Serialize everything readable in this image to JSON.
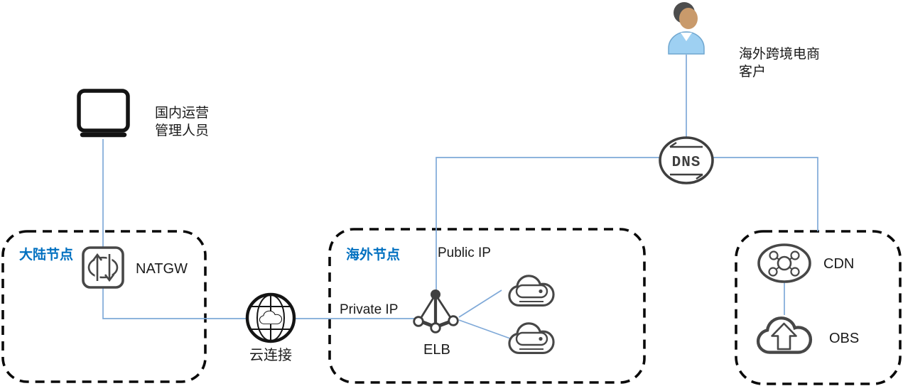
{
  "diagram": {
    "type": "cloud-architecture-diagram",
    "labels": {
      "admin_line1": "国内运营",
      "admin_line2": "管理人员",
      "customer_line1": "海外跨境电商",
      "customer_line2": "客户",
      "mainland_zone": "大陆节点",
      "overseas_zone": "海外节点",
      "natgw": "NATGW",
      "cloud_connect": "云连接",
      "private_ip": "Private IP",
      "public_ip": "Public IP",
      "elb": "ELB",
      "dns": "DNS",
      "cdn": "CDN",
      "obs": "OBS"
    },
    "zones": [
      {
        "label": "大陆节点",
        "items": [
          "NATGW"
        ]
      },
      {
        "label": "海外节点",
        "items": [
          "ELB",
          "ECS",
          "ECS"
        ]
      },
      {
        "label": "",
        "items": [
          "CDN",
          "OBS"
        ]
      }
    ],
    "connections": [
      "国内运营管理人员 - NATGW - 云连接 - ELB (Private IP)",
      "海外跨境电商客户 - DNS",
      "DNS - ELB (Public IP)",
      "DNS - CDN/OBS 节点",
      "ELB - ECS x2",
      "CDN - OBS"
    ],
    "colors": {
      "zone_label_blue": "#0070C0",
      "connector_blue": "#7FA9D8",
      "icon_stroke_gray": "#474747",
      "icon_stroke_black": "#141414",
      "border_black": "#0a0a0a",
      "text_black": "#1a1a1a",
      "person_skin": "#C99A6B",
      "person_shirt": "#9ED0F2"
    },
    "icon_names": [
      "monitor-icon",
      "user-icon",
      "dns-icon",
      "natgw-icon",
      "cloud-connect-globe-icon",
      "elb-icon",
      "ecs-cloud-icon",
      "cdn-icon",
      "obs-icon"
    ]
  }
}
